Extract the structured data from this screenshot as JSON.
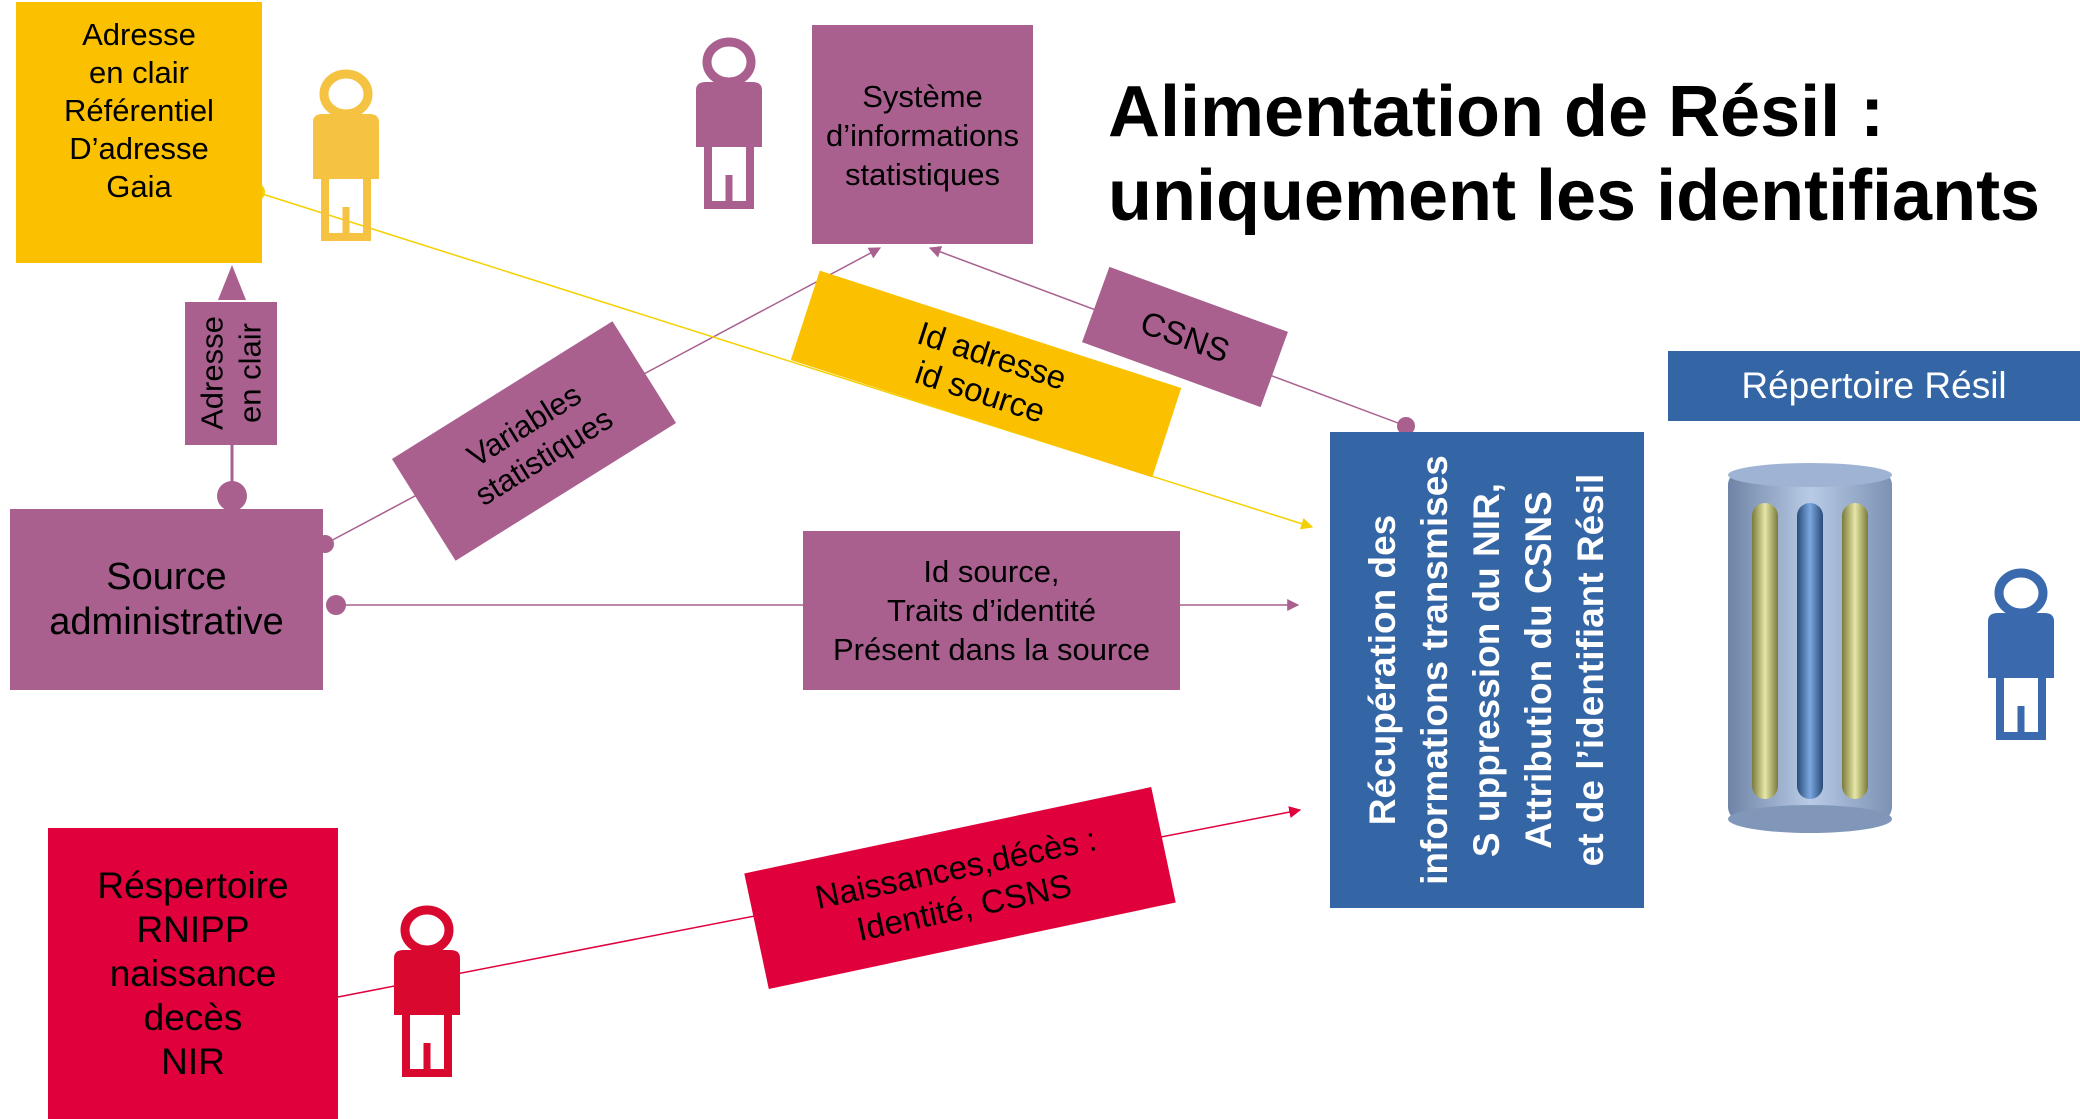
{
  "title": {
    "line1": "Alimentation de Résil :",
    "line2": "uniquement les identifiants"
  },
  "nodes": {
    "gaia": {
      "lines": [
        "Adresse",
        "en clair",
        "Référentiel",
        "D’adresse",
        "Gaia"
      ]
    },
    "sis": {
      "lines": [
        "Système",
        "d’informations",
        "statistiques"
      ]
    },
    "source": {
      "lines": [
        "Source",
        "administrative"
      ]
    },
    "rnipp": {
      "lines": [
        "Réspertoire",
        "RNIPP",
        "naissance",
        "decès",
        "NIR"
      ]
    },
    "process": {
      "lines": [
        "Récupération des",
        "informations transmises",
        "S uppression du NIR,",
        "Attribution du CSNS",
        "et de l’identifiant Résil"
      ]
    },
    "repertoire": {
      "label": "Répertoire Résil"
    }
  },
  "edge_labels": {
    "adresse_en_clair": {
      "lines": [
        "Adresse",
        "en clair"
      ]
    },
    "variables": {
      "lines": [
        "Variables",
        "statistiques"
      ]
    },
    "id_adresse": {
      "lines": [
        "Id adresse",
        "id source"
      ]
    },
    "csns": {
      "lines": [
        "CSNS"
      ]
    },
    "id_source": {
      "lines": [
        "Id source,",
        "Traits d’identité",
        "Présent dans la source"
      ]
    },
    "naissances": {
      "lines": [
        "Naissances,décès :",
        "Identité, CSNS"
      ]
    }
  },
  "persons": [
    {
      "name": "person-gaia",
      "color": "#f5c242"
    },
    {
      "name": "person-sis",
      "color": "#a9608f"
    },
    {
      "name": "person-rnipp",
      "color": "#d9082f"
    },
    {
      "name": "person-resil",
      "color": "#3a6aad"
    }
  ],
  "colors": {
    "gaia": "#fbc000",
    "purple": "#a9608f",
    "red": "#e0003b",
    "blue": "#3465a4",
    "yellow_line": "#f0d030"
  }
}
